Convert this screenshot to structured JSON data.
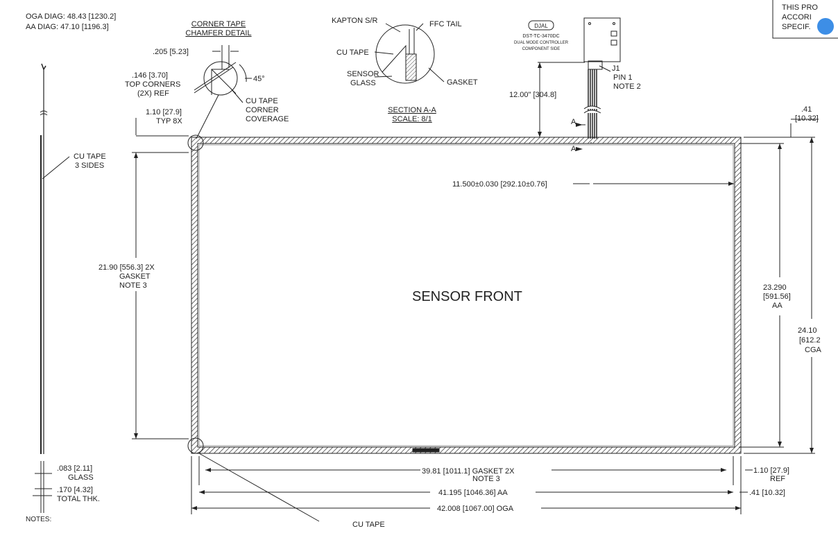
{
  "diag": {
    "oga_diag": "OGA DIAG:  48.43 [1230.2]",
    "aa_diag": "AA DIAG:    47.10 [1196.3]"
  },
  "corner": {
    "title_1": "CORNER TAPE",
    "title_2": "CHAMFER DETAIL",
    "dim_205": ".205 [5.23]",
    "dim_146": ".146 [3.70]",
    "top_corners": "TOP CORNERS",
    "ref_2x": "(2X) REF",
    "angle": "45°",
    "cu_tape_1": "CU TAPE",
    "cu_tape_2": "CORNER",
    "cu_tape_3": "COVERAGE",
    "dim_110_a": "1.10 [27.9]",
    "typ_8x": "TYP 8X"
  },
  "section": {
    "kapton": "KAPTON S/R",
    "ffc": "FFC TAIL",
    "cu_tape": "CU TAPE",
    "sensor_1": "SENSOR",
    "sensor_2": "GLASS",
    "gasket": "GASKET",
    "title": "SECTION A-A",
    "scale": "SCALE: 8/1"
  },
  "controller": {
    "logo": "DJAL",
    "line_1": "DST-TC-3470DC",
    "line_2": "DUAL MODE CONTROLLER",
    "line_3": "COMPONENT SIDE",
    "j1": "J1",
    "pin1": "PIN 1",
    "note2": "NOTE 2",
    "tail_len": "12.00\" [304.8]",
    "a_upper": "A",
    "a_lower": "A"
  },
  "side_view": {
    "cu_tape_1": "CU TAPE",
    "cu_tape_2": "3 SIDES",
    "glass_dim": ".083 [2.11]",
    "glass": "GLASS",
    "total_dim": ".170 [4.32]",
    "total": "TOTAL THK."
  },
  "main": {
    "label": "SENSOR FRONT",
    "tail_offset": "11.500±0.030 [292.10±0.76]",
    "gasket_h_1": "21.90 [556.3] 2X",
    "gasket_h_2": "GASKET",
    "gasket_h_3": "NOTE 3",
    "aa_h_1": "23.290",
    "aa_h_2": "[591.56]",
    "aa_h_3": "AA",
    "oga_h_1": "24.10",
    "oga_h_2": "[612.2",
    "oga_h_3": "CGA",
    "top_41_a": ".41",
    "top_41_b": "[10.32]",
    "gasket_w_1": "39.81 [1011.1] GASKET 2X",
    "gasket_w_2": "NOTE 3",
    "aa_w": "41.195 [1046.36] AA",
    "oga_w": "42.008 [1067.00] OGA",
    "ref_110": "1.10 [27.9]",
    "ref": "REF",
    "dim_41_bottom": ".41 [10.32]",
    "cu_tape_bottom": "CU TAPE"
  },
  "notes": {
    "label": "NOTES:"
  },
  "title_box": {
    "line_1": "THIS PRO",
    "line_2": "ACCORI",
    "line_3": "SPECIF."
  }
}
